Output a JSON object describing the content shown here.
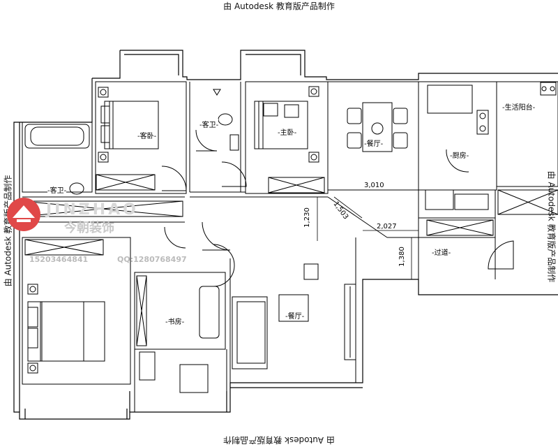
{
  "watermark": {
    "top": "由 Autodesk 教育版产品制作",
    "bottom": "由 Autodesk 教育版产品制作",
    "left": "由 Autodesk 教育版产品制作",
    "right": "由 Autodesk 教育版产品制作"
  },
  "logo": {
    "brand_en": "JINZHAO",
    "brand_cn": "今朝装饰",
    "phone": "15203464841",
    "qq": "QQ:1280768497"
  },
  "rooms": {
    "bedroom_top_left": "-客卧-",
    "bathroom_top": "-客卫-",
    "bedroom_top_mid": "-主卧-",
    "dining": "-餐厅-",
    "kitchen": "-厨房-",
    "balcony": "-生活阳台-",
    "bathroom_left": "-客卫-",
    "study": "-书房-",
    "living": "-餐厅-",
    "corridor": "-过道-"
  },
  "dimensions": {
    "d3010": "3,010",
    "d1503": "1,503",
    "d1230": "1,230",
    "d2027": "2,027",
    "d1380": "1,380"
  }
}
